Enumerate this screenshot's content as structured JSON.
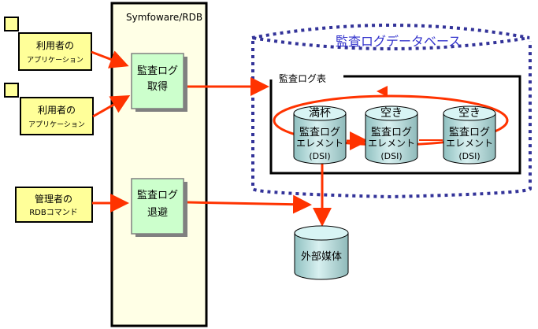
{
  "system_box": {
    "title": "Symfoware/RDB"
  },
  "inputs": [
    {
      "line1": "利用者の",
      "line2": "アプリケーション"
    },
    {
      "line1": "利用者の",
      "line2": "アプリケーション"
    },
    {
      "line1": "管理者の",
      "line2": "RDBコマンド"
    }
  ],
  "processes": {
    "acquire": {
      "line1": "監査ログ",
      "line2": "取得"
    },
    "evacuate": {
      "line1": "監査ログ",
      "line2": "退避"
    }
  },
  "database": {
    "title": "監査ログデータベース",
    "table_title": "監査ログ表",
    "elements": [
      {
        "status": "満杯",
        "line1": "監査ログ",
        "line2": "エレメント",
        "line3": "(DSI)"
      },
      {
        "status": "空き",
        "line1": "監査ログ",
        "line2": "エレメント",
        "line3": "(DSI)"
      },
      {
        "status": "空き",
        "line1": "監査ログ",
        "line2": "エレメント",
        "line3": "(DSI)"
      }
    ]
  },
  "external_media": {
    "label": "外部媒体"
  },
  "colors": {
    "input_fill": "#ffff99",
    "process_fill": "#ccffcc",
    "system_fill": "#ffffe6",
    "cylinder_fill": "#a9d4d4",
    "arrow": "#ff3300",
    "db_outline": "#333399",
    "db_title": "#3333cc"
  }
}
